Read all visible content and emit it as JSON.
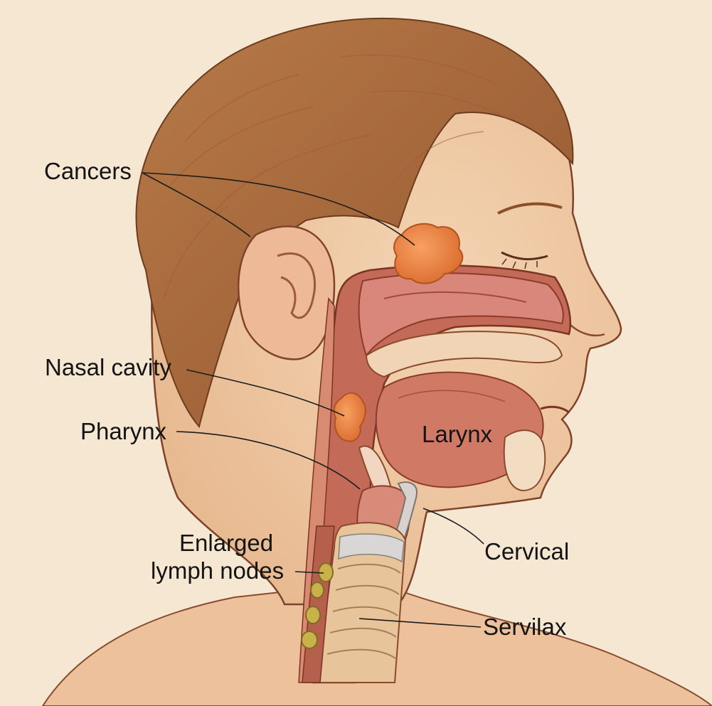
{
  "labels": {
    "cancers": "Cancers",
    "nasal_cavity": "Nasal cavity",
    "pharynx": "Pharynx",
    "larynx": "Larynx",
    "enlarged_line1": "Enlarged",
    "enlarged_line2": "lymph nodes",
    "cervical": "Cervical",
    "servilax": "Servilax"
  },
  "colors": {
    "background": "#f6e7d3",
    "skin": "#efc9a4",
    "hair": "#a8673a",
    "tissue": "#c97664",
    "tumor": "#e8823f",
    "lymph_node": "#c9b24a",
    "trachea": "#e9c79b"
  }
}
